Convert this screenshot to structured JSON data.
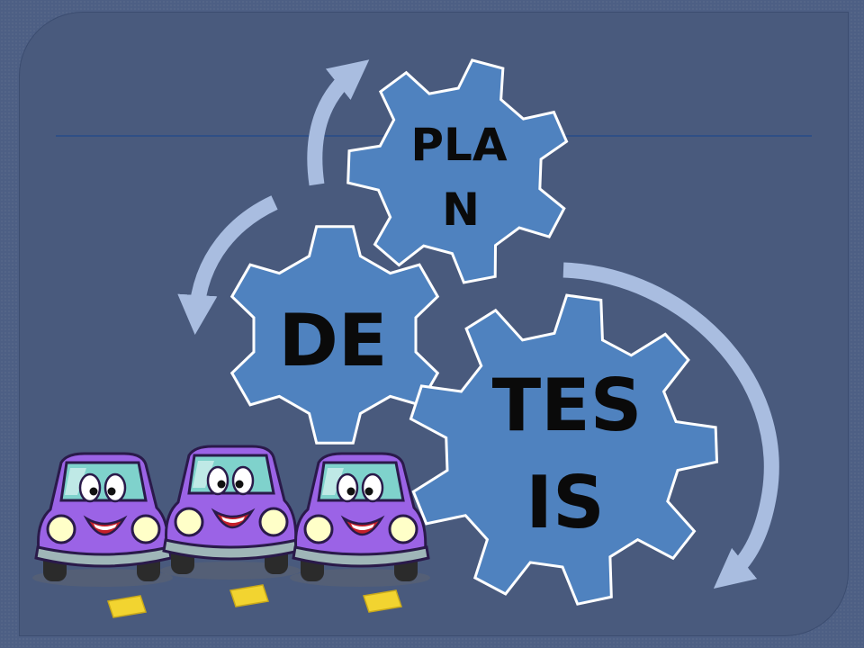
{
  "slide": {
    "gears": [
      {
        "id": "plan",
        "lines": [
          "PLA",
          "N"
        ]
      },
      {
        "id": "de",
        "lines": [
          "DE"
        ]
      },
      {
        "id": "tesis",
        "lines": [
          "TES",
          "IS"
        ]
      }
    ],
    "colors": {
      "gear_fill": "#4f82bf",
      "gear_stroke": "#ffffff",
      "arrow": "#a9bde0",
      "panel": "#495a7d",
      "car_body": "#9b63e6",
      "road_mark": "#f2d430"
    },
    "icons": [
      "cycle-arrow",
      "cartoon-car",
      "road-marking"
    ]
  }
}
